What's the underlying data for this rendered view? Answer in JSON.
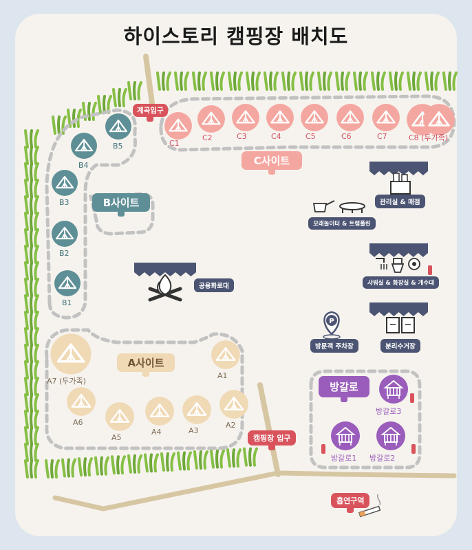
{
  "title": "하이스토리 캠핑장 배치도",
  "colors": {
    "site_a": "#f0d9b5",
    "site_b": "#5e8f96",
    "site_c": "#f4a7a0",
    "bangalo": "#9a5dbc",
    "entrance": "#d9535c",
    "facility": "#4b5472",
    "grass": "#86bf45",
    "road": "#d8c8a6"
  },
  "signs": {
    "valley_entrance": "계곡입구",
    "camp_entrance": "캠핑장 입구",
    "smoking": "흡연구역",
    "site_a": "A사이트",
    "site_b": "B사이트",
    "site_c": "C사이트",
    "bangalo": "방갈로"
  },
  "sites": {
    "a": [
      "A1",
      "A2",
      "A3",
      "A4",
      "A5",
      "A6",
      "A7 (두가족)"
    ],
    "b": [
      "B1",
      "B2",
      "B3",
      "B4",
      "B5"
    ],
    "c": [
      "C1",
      "C2",
      "C3",
      "C4",
      "C5",
      "C6",
      "C7",
      "C8 (두가족)"
    ],
    "bangalo": [
      "방갈로1",
      "방갈로2",
      "방갈로3"
    ]
  },
  "facilities": {
    "office": "관리실 & 매점",
    "sandbox": "모래놀이터 & 트램폴린",
    "shower": "샤워실 & 화장실 & 개수대",
    "campfire": "공용화로대",
    "parking": "방문객 주차장",
    "recycle": "분리수거장"
  },
  "icons": [
    "tent-icon",
    "campfire-icon",
    "parking-pin-icon",
    "recycle-bin-icon",
    "shower-icon",
    "toilet-icon",
    "fire-extinguisher-icon",
    "store-icon",
    "sandbox-icon",
    "trampoline-icon",
    "cigarette-icon",
    "hut-icon",
    "grass-icon"
  ]
}
